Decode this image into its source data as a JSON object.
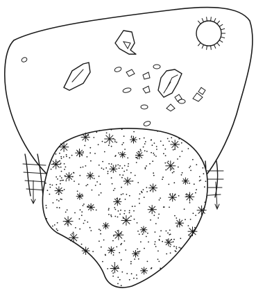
{
  "diagram": {
    "texts": [],
    "outline_color": "#1a1a1a",
    "background": "#ffffff",
    "parts": [
      "cell-wall",
      "dense-mass",
      "particles",
      "starburst-sun",
      "side-pits",
      "arrows"
    ]
  }
}
